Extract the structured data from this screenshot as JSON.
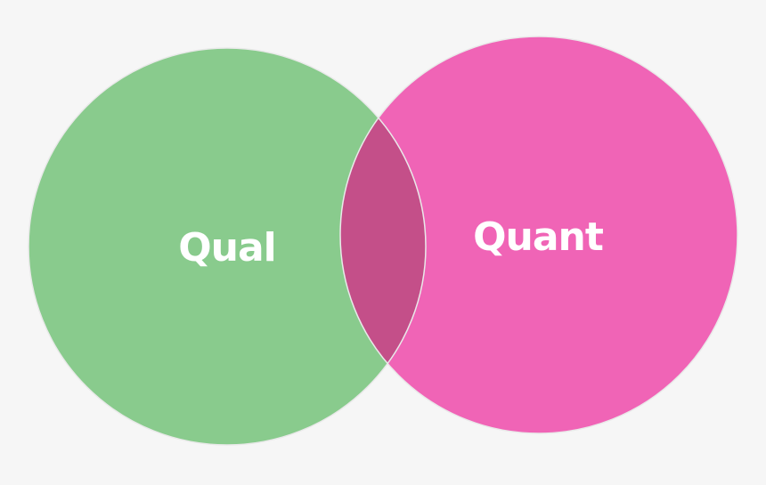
{
  "diagram": {
    "type": "venn",
    "background_color": "#f6f6f6",
    "sets": [
      {
        "id": "qual",
        "label": "Qual",
        "color": "#89cb8d"
      },
      {
        "id": "quant",
        "label": "Quant",
        "color": "#f064b6"
      }
    ],
    "intersection": {
      "color": "#c44f89"
    },
    "outline_color": "#e9e9e9"
  }
}
